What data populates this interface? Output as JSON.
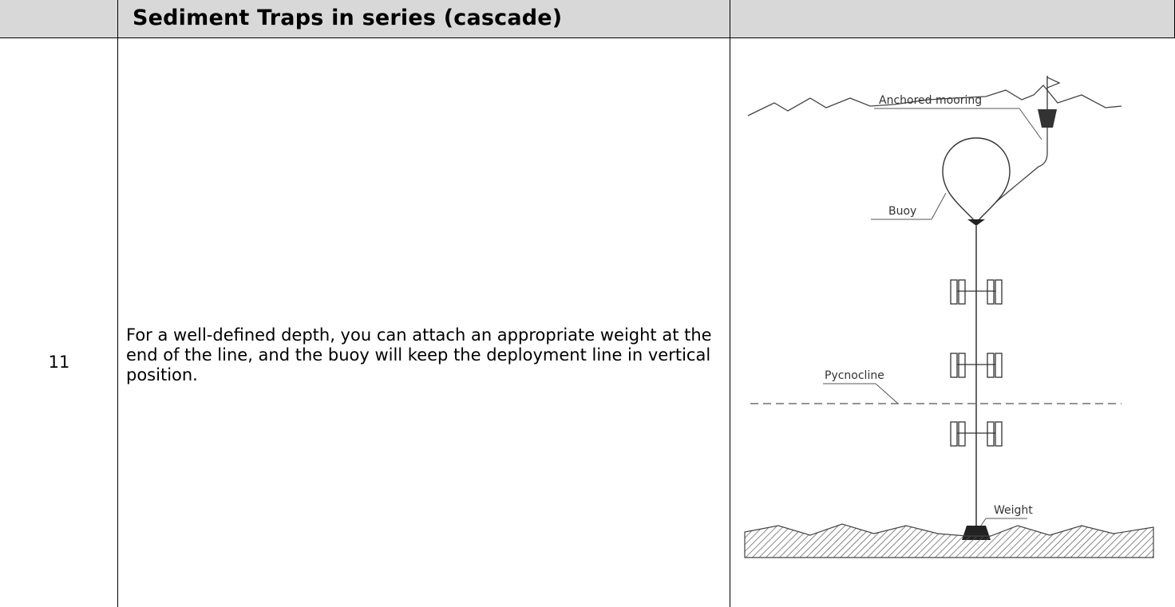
{
  "header": {
    "number": "",
    "title": "Sediment Traps in series (cascade)",
    "image_col": ""
  },
  "row": {
    "number": "11",
    "description": "For a well-defined depth, you can attach an appropriate weight at the end of the line, and the buoy will keep the deployment line in vertical position."
  },
  "diagram": {
    "labels": {
      "mooring": "Anchored mooring",
      "buoy": "Buoy",
      "pycnocline": "Pycnocline",
      "weight": "Weight"
    }
  }
}
